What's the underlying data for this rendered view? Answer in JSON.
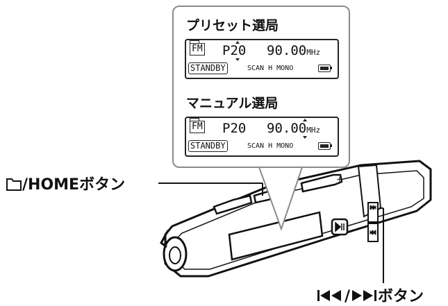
{
  "callout": {
    "preset_section": {
      "title": "プリセット選局",
      "band": "FM",
      "preset": "P20",
      "frequency": "90.00",
      "unit": "MHz",
      "status": "STANDBY",
      "indicators": "SCAN H MONO"
    },
    "manual_section": {
      "title": "マニュアル選局",
      "band": "FM",
      "preset": "P20",
      "frequency": "90.00",
      "unit": "MHz",
      "status": "STANDBY",
      "indicators": "SCAN H MONO"
    }
  },
  "labels": {
    "home_button": "/HOMEボタン",
    "skip_buttons": "/ボタン"
  },
  "icons": [
    "folder-icon",
    "previous-track-icon",
    "next-track-icon",
    "play-pause-icon",
    "battery-icon"
  ]
}
